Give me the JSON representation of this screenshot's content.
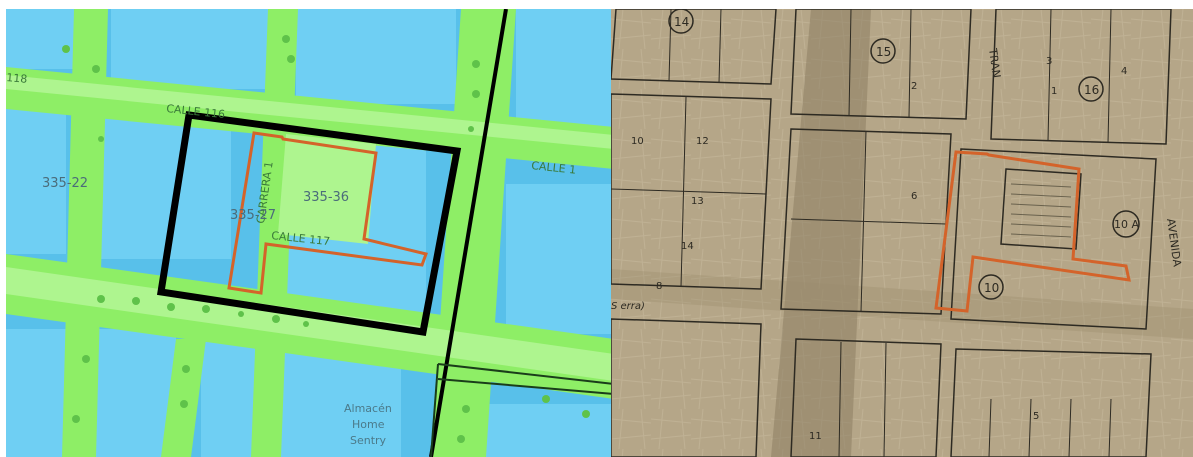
{
  "left_map": {
    "parcel_labels": [
      "335-22",
      "335-27",
      "335-36"
    ],
    "street_labels": [
      "118",
      "CALLE 116",
      "CALLE 1",
      "CARRERA 1",
      "CALLE 117"
    ],
    "poi_label": [
      "Almacén",
      "Home",
      "Sentry"
    ],
    "colors": {
      "water_blocks": "#5ec3ee",
      "building": "#6fd0f4",
      "street": "#8ef06a",
      "green": "#aef58f",
      "highlight_outline": "#d4632a",
      "boundary": "#000000"
    }
  },
  "right_map": {
    "block_numbers": [
      "14",
      "15",
      "16",
      "10 A",
      "10"
    ],
    "lot_numbers": [
      "1",
      "2",
      "3",
      "4",
      "5",
      "6",
      "8",
      "10",
      "11",
      "12",
      "13",
      "14"
    ],
    "street_labels": [
      "TRAN",
      "AVENIDA",
      "S erra)"
    ],
    "colors": {
      "paper": "#b3a486",
      "ink": "#2d2a22",
      "highlight_outline": "#d4632a"
    }
  }
}
